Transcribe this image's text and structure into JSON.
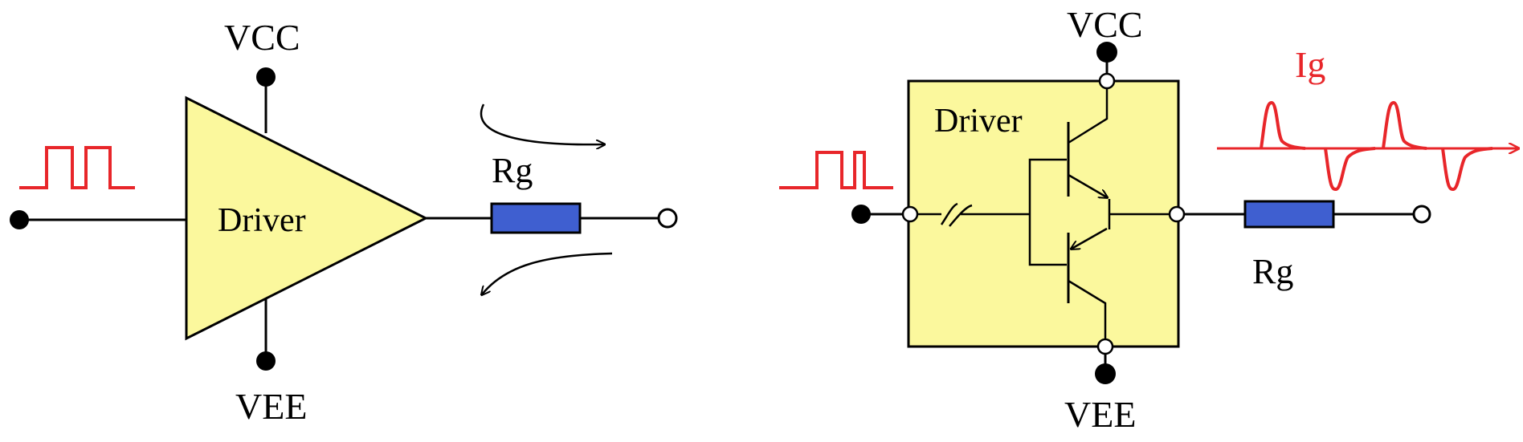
{
  "colors": {
    "driver_fill": "#fbf89d",
    "resistor_fill": "#3f5fd0",
    "signal_red": "#e8262a",
    "wire": "#000000"
  },
  "left_circuit": {
    "supply_top": "VCC",
    "supply_bottom": "VEE",
    "driver_label": "Driver",
    "resistor_label": "Rg"
  },
  "right_circuit": {
    "supply_top": "VCC",
    "supply_bottom": "VEE",
    "driver_label": "Driver",
    "resistor_label": "Rg",
    "current_label": "Ig"
  },
  "icons": [
    "square-pulse-icon",
    "current-arrow-icon",
    "gate-current-waveform-icon"
  ]
}
